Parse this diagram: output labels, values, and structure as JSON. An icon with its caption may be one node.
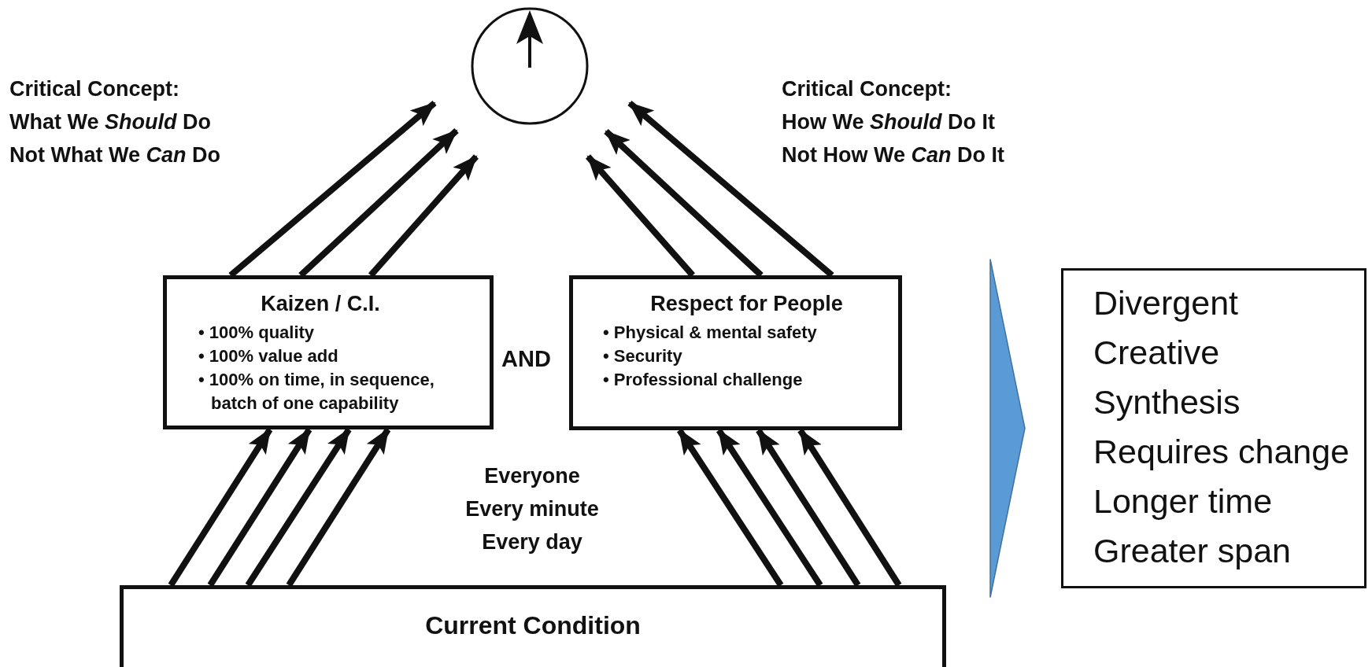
{
  "diagram": {
    "nodes": [
      {
        "text": [
          "Kaizen / C.I.",
          "• 100% quality",
          "• 100% value add",
          "• 100% on time, in sequence, batch of one capability"
        ]
      },
      {
        "text": [
          "Respect for People",
          "• Physical & mental safety",
          "• Security",
          "• Professional challenge"
        ]
      },
      {
        "text": [
          "Current Condition"
        ]
      },
      {
        "text": [
          "Divergent",
          "Creative",
          "Synthesis",
          "Requires change",
          "Longer time",
          "Greater span"
        ]
      }
    ],
    "edges": [
      {
        "from": 0,
        "to": null,
        "arrow": "to"
      },
      {
        "from": 0,
        "to": null,
        "arrow": "to"
      },
      {
        "from": 0,
        "to": null,
        "arrow": "to"
      },
      {
        "from": 1,
        "to": null,
        "arrow": "to"
      },
      {
        "from": 1,
        "to": null,
        "arrow": "to"
      },
      {
        "from": 1,
        "to": null,
        "arrow": "to"
      },
      {
        "from": 2,
        "to": 0,
        "arrow": "to"
      },
      {
        "from": 2,
        "to": 0,
        "arrow": "to"
      },
      {
        "from": 2,
        "to": 0,
        "arrow": "to"
      },
      {
        "from": 2,
        "to": 0,
        "arrow": "to"
      },
      {
        "from": 2,
        "to": 1,
        "arrow": "to"
      },
      {
        "from": 2,
        "to": 1,
        "arrow": "to"
      },
      {
        "from": 2,
        "to": 1,
        "arrow": "to"
      },
      {
        "from": 2,
        "to": 1,
        "arrow": "to"
      },
      {
        "from": null,
        "to": 3,
        "arrow": "to"
      }
    ],
    "labels": [
      "Critical Concept:",
      "What We *Should* Do",
      "Not What We *Can* Do",
      "Critical Concept:",
      "How We *Should* Do It",
      "Not How We *Can* Do It",
      "AND",
      "Everyone",
      "Every minute",
      "Every day"
    ]
  }
}
